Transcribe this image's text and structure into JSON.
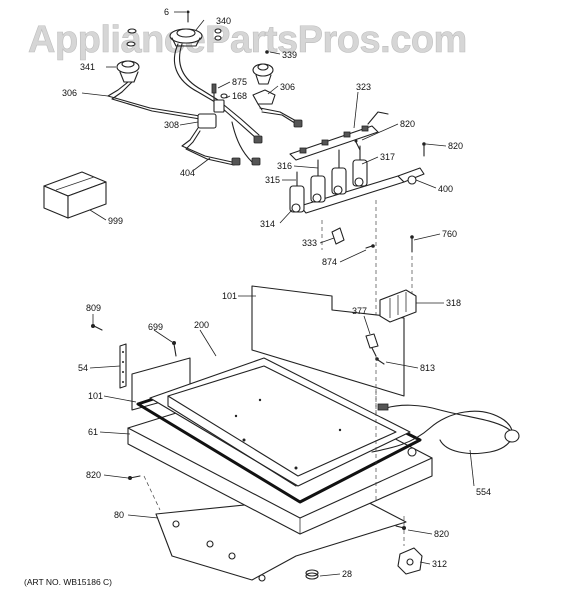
{
  "watermark": "AppliancePartsPros.com",
  "art_number": "(ART NO. WB15186 C)",
  "labels": [
    {
      "id": "6",
      "text": "6"
    },
    {
      "id": "340",
      "text": "340"
    },
    {
      "id": "339",
      "text": "339"
    },
    {
      "id": "341",
      "text": "341"
    },
    {
      "id": "875",
      "text": "875"
    },
    {
      "id": "306a",
      "text": "306"
    },
    {
      "id": "168",
      "text": "168"
    },
    {
      "id": "306b",
      "text": "306"
    },
    {
      "id": "323",
      "text": "323"
    },
    {
      "id": "308",
      "text": "308"
    },
    {
      "id": "820a",
      "text": "820"
    },
    {
      "id": "820b",
      "text": "820"
    },
    {
      "id": "317",
      "text": "317"
    },
    {
      "id": "404",
      "text": "404"
    },
    {
      "id": "316",
      "text": "316"
    },
    {
      "id": "315",
      "text": "315"
    },
    {
      "id": "400",
      "text": "400"
    },
    {
      "id": "999",
      "text": "999"
    },
    {
      "id": "314",
      "text": "314"
    },
    {
      "id": "760",
      "text": "760"
    },
    {
      "id": "333",
      "text": "333"
    },
    {
      "id": "874",
      "text": "874"
    },
    {
      "id": "101a",
      "text": "101"
    },
    {
      "id": "318",
      "text": "318"
    },
    {
      "id": "809",
      "text": "809"
    },
    {
      "id": "377",
      "text": "377"
    },
    {
      "id": "699",
      "text": "699"
    },
    {
      "id": "200",
      "text": "200"
    },
    {
      "id": "54",
      "text": "54"
    },
    {
      "id": "813",
      "text": "813"
    },
    {
      "id": "101b",
      "text": "101"
    },
    {
      "id": "61",
      "text": "61"
    },
    {
      "id": "554",
      "text": "554"
    },
    {
      "id": "820c",
      "text": "820"
    },
    {
      "id": "80",
      "text": "80"
    },
    {
      "id": "820d",
      "text": "820"
    },
    {
      "id": "312",
      "text": "312"
    },
    {
      "id": "28",
      "text": "28"
    }
  ]
}
